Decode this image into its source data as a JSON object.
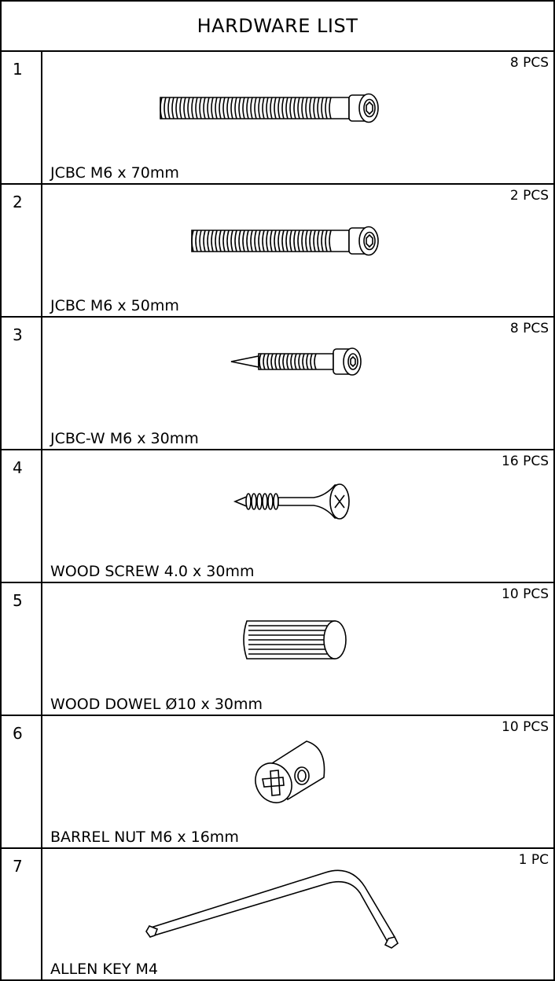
{
  "title": "HARDWARE LIST",
  "items": [
    {
      "number": "1",
      "quantity": "8 PCS",
      "name": "JCBC   M6 x 70mm",
      "icon": "long-bolt-icon"
    },
    {
      "number": "2",
      "quantity": "2 PCS",
      "name": "JCBC   M6 x 50mm",
      "icon": "medium-bolt-icon"
    },
    {
      "number": "3",
      "quantity": "8 PCS",
      "name": "JCBC-W   M6 x 30mm",
      "icon": "wood-bolt-icon"
    },
    {
      "number": "4",
      "quantity": "16 PCS",
      "name": "WOOD SCREW 4.0 x 30mm",
      "icon": "wood-screw-icon"
    },
    {
      "number": "5",
      "quantity": "10 PCS",
      "name": "WOOD DOWEL Ø10 x 30mm",
      "icon": "wood-dowel-icon"
    },
    {
      "number": "6",
      "quantity": "10 PCS",
      "name": "BARREL NUT M6 x 16mm",
      "icon": "barrel-nut-icon"
    },
    {
      "number": "7",
      "quantity": "1 PC",
      "name": "ALLEN KEY  M4",
      "icon": "allen-key-icon"
    }
  ]
}
